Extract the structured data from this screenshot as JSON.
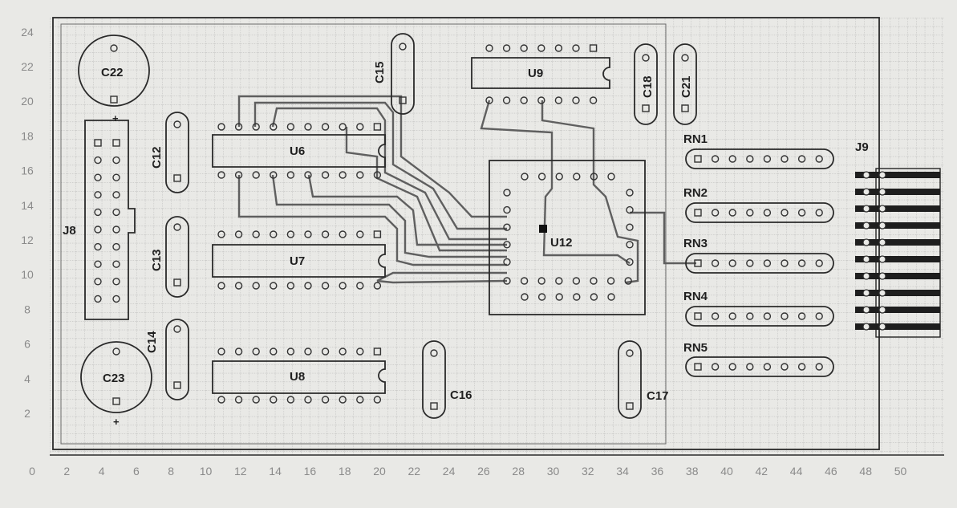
{
  "axis": {
    "x_ticks": [
      "0",
      "2",
      "4",
      "6",
      "8",
      "10",
      "12",
      "14",
      "16",
      "18",
      "20",
      "22",
      "24",
      "26",
      "28",
      "30",
      "32",
      "34",
      "36",
      "38",
      "40",
      "42",
      "44",
      "46",
      "48",
      "50"
    ],
    "y_ticks": [
      "2",
      "4",
      "6",
      "8",
      "10",
      "12",
      "14",
      "16",
      "18",
      "20",
      "22",
      "24"
    ]
  },
  "labels": {
    "C22": "C22",
    "C23": "C23",
    "C12": "C12",
    "C13": "C13",
    "C14": "C14",
    "C15": "C15",
    "C16": "C16",
    "C17": "C17",
    "C18": "C18",
    "C21": "C21",
    "U6": "U6",
    "U7": "U7",
    "U8": "U8",
    "U9": "U9",
    "U12": "U12",
    "J8": "J8",
    "J9": "J9",
    "RN1": "RN1",
    "RN2": "RN2",
    "RN3": "RN3",
    "RN4": "RN4",
    "RN5": "RN5",
    "plus_top": "+",
    "plus_bottom": "+"
  },
  "colors": {
    "paper": "#e9e9e6",
    "grid": "#9c9c9c",
    "outline": "#2a2a2a",
    "trace": "#5a5a5a",
    "pad": "#333333",
    "connector": "#1e1e1e"
  }
}
